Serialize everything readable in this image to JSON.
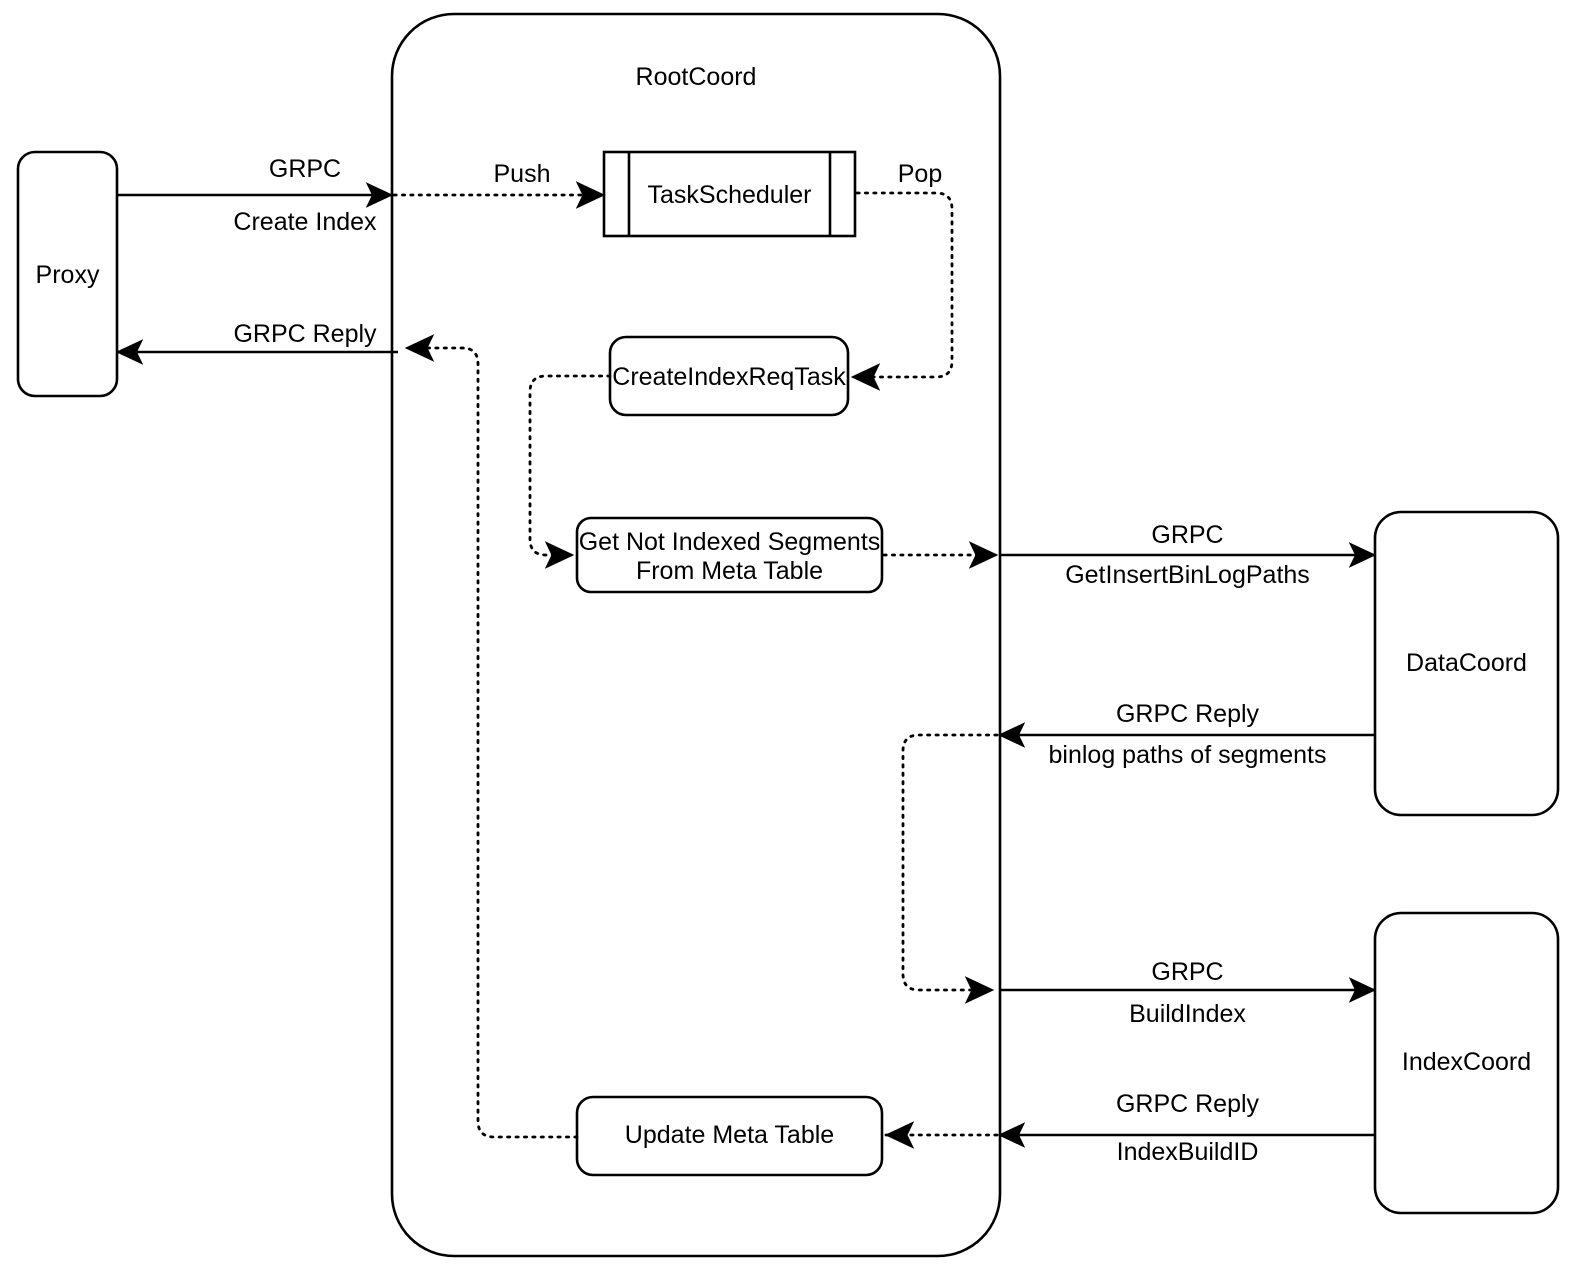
{
  "diagram": {
    "title": "RootCoord Create Index flow",
    "stroke_color": "#000000",
    "fill_color": "#ffffff",
    "containers": [
      {
        "id": "rootcoord",
        "label": "RootCoord"
      }
    ],
    "nodes": [
      {
        "id": "proxy",
        "label": "Proxy"
      },
      {
        "id": "taskscheduler",
        "label": "TaskScheduler"
      },
      {
        "id": "createindexreqtask",
        "label": "CreateIndexReqTask"
      },
      {
        "id": "getnotindexed",
        "label": "Get Not Indexed Segments\nFrom Meta Table"
      },
      {
        "id": "updatemetatable",
        "label": "Update Meta Table"
      },
      {
        "id": "datacoord",
        "label": "DataCoord"
      },
      {
        "id": "indexcoord",
        "label": "IndexCoord"
      }
    ],
    "edges": [
      {
        "id": "proxy-to-rootcoord",
        "from": "proxy",
        "to": "rootcoord",
        "style": "solid",
        "label_top": "GRPC",
        "label_bottom": "Create Index"
      },
      {
        "id": "rootcoord-to-proxy",
        "from": "rootcoord",
        "to": "proxy",
        "style": "solid",
        "label_top": "GRPC Reply",
        "label_bottom": ""
      },
      {
        "id": "push-to-scheduler",
        "from": "rootcoord",
        "to": "taskscheduler",
        "style": "dotted",
        "label_top": "Push",
        "label_bottom": ""
      },
      {
        "id": "pop-to-task",
        "from": "taskscheduler",
        "to": "createindexreqtask",
        "style": "dotted",
        "label_top": "Pop",
        "label_bottom": ""
      },
      {
        "id": "task-to-getsegments",
        "from": "createindexreqtask",
        "to": "getnotindexed",
        "style": "dotted",
        "label_top": "",
        "label_bottom": ""
      },
      {
        "id": "getsegments-to-datacoord",
        "from": "getnotindexed",
        "to": "datacoord",
        "style": "solid",
        "label_top": "GRPC",
        "label_bottom": "GetInsertBinLogPaths"
      },
      {
        "id": "datacoord-reply",
        "from": "datacoord",
        "to": "rootcoord",
        "style": "solid",
        "label_top": "GRPC Reply",
        "label_bottom": "binlog paths of segments"
      },
      {
        "id": "rootcoord-to-indexcoord",
        "from": "rootcoord",
        "to": "indexcoord",
        "style": "solid",
        "label_top": "GRPC",
        "label_bottom": "BuildIndex"
      },
      {
        "id": "indexcoord-reply",
        "from": "indexcoord",
        "to": "updatemetatable",
        "style": "solid",
        "label_top": "GRPC Reply",
        "label_bottom": "IndexBuildID"
      },
      {
        "id": "updatemeta-to-reply",
        "from": "updatemetatable",
        "to": "rootcoord",
        "style": "dotted",
        "label_top": "",
        "label_bottom": ""
      }
    ],
    "labels": {
      "rootcoord": "RootCoord",
      "proxy": "Proxy",
      "taskscheduler": "TaskScheduler",
      "createindexreqtask": "CreateIndexReqTask",
      "getnotindexed_line1": "Get Not Indexed Segments",
      "getnotindexed_line2": "From Meta Table",
      "updatemetatable": "Update Meta Table",
      "datacoord": "DataCoord",
      "indexcoord": "IndexCoord",
      "grpc": "GRPC",
      "create_index": "Create Index",
      "grpc_reply": "GRPC Reply",
      "push": "Push",
      "pop": "Pop",
      "grpc_2": "GRPC",
      "get_insert_binlog_paths": "GetInsertBinLogPaths",
      "grpc_reply_2": "GRPC Reply",
      "binlog_paths_of_segments": "binlog paths of segments",
      "grpc_3": "GRPC",
      "build_index": "BuildIndex",
      "grpc_reply_3": "GRPC Reply",
      "index_build_id": "IndexBuildID"
    }
  }
}
